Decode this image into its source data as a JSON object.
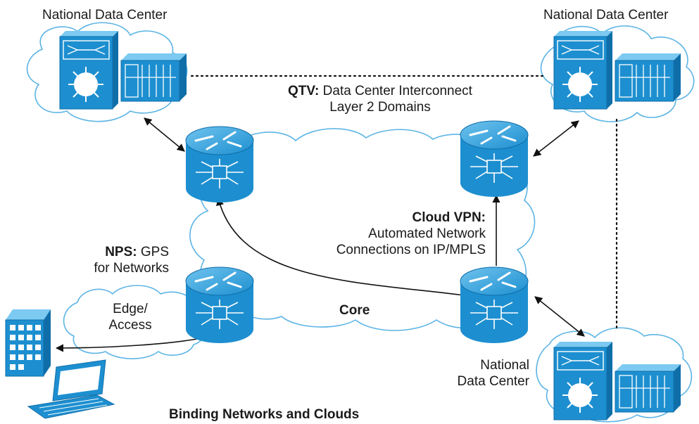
{
  "labels": {
    "ndc_top_left": "National Data Center",
    "ndc_top_right": "National Data Center",
    "ndc_bottom_line1": "National",
    "ndc_bottom_line2": "Data Center",
    "qtv_bold": "QTV:",
    "qtv_text": " Data Center Interconnect",
    "qtv_line2": "Layer 2 Domains",
    "vpn_bold": "Cloud VPN:",
    "vpn_line2": "Automated Network",
    "vpn_line3": "Connections on IP/MPLS",
    "nps_bold": "NPS:",
    "nps_text": " GPS",
    "nps_line2": "for Networks",
    "edge_line1": "Edge/",
    "edge_line2": "Access",
    "core": "Core",
    "caption": "Binding Networks and Clouds"
  },
  "colors": {
    "device_blue": "#1d8fd0",
    "device_dark": "#0f6ea8",
    "cloud_stroke": "#5cb4e4",
    "line": "#111111"
  },
  "icons": [
    "router-icon",
    "switch-icon",
    "server-rack-icon",
    "building-icon",
    "laptop-icon",
    "cloud-icon"
  ]
}
